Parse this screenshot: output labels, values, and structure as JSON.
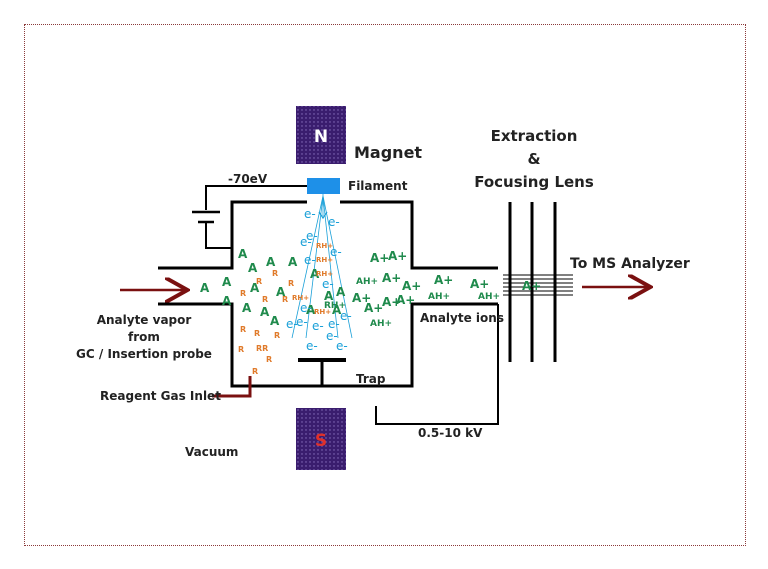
{
  "magnet_n": "N",
  "magnet_s": "S",
  "labels": {
    "magnet": "Magnet",
    "voltage": "-70eV",
    "filament": "Filament",
    "extraction_1": "Extraction",
    "extraction_2": "&",
    "extraction_3": "Focusing Lens",
    "to_ms": "To MS Analyzer",
    "analyte_1": "Analyte vapor",
    "analyte_2": "from",
    "analyte_3": "GC / Insertion probe",
    "analyte_ions": "Analyte ions",
    "trap": "Trap",
    "reagent": "Reagent Gas Inlet",
    "vacuum": "Vacuum",
    "kv": "0.5-10 kV"
  },
  "particles": {
    "a": "A",
    "r": "R",
    "rr": "RR",
    "rh": "RH+",
    "e": "e-",
    "ap": "A+",
    "ah": "AH+"
  },
  "colors": {
    "magnet": "#3a1d6e",
    "filament": "#1e90e8",
    "analyte": "#1f8a4c",
    "reagent": "#e07a2a",
    "electron": "#1aa0d8",
    "arrow": "#7a1010",
    "border": "#8b3a3a"
  }
}
